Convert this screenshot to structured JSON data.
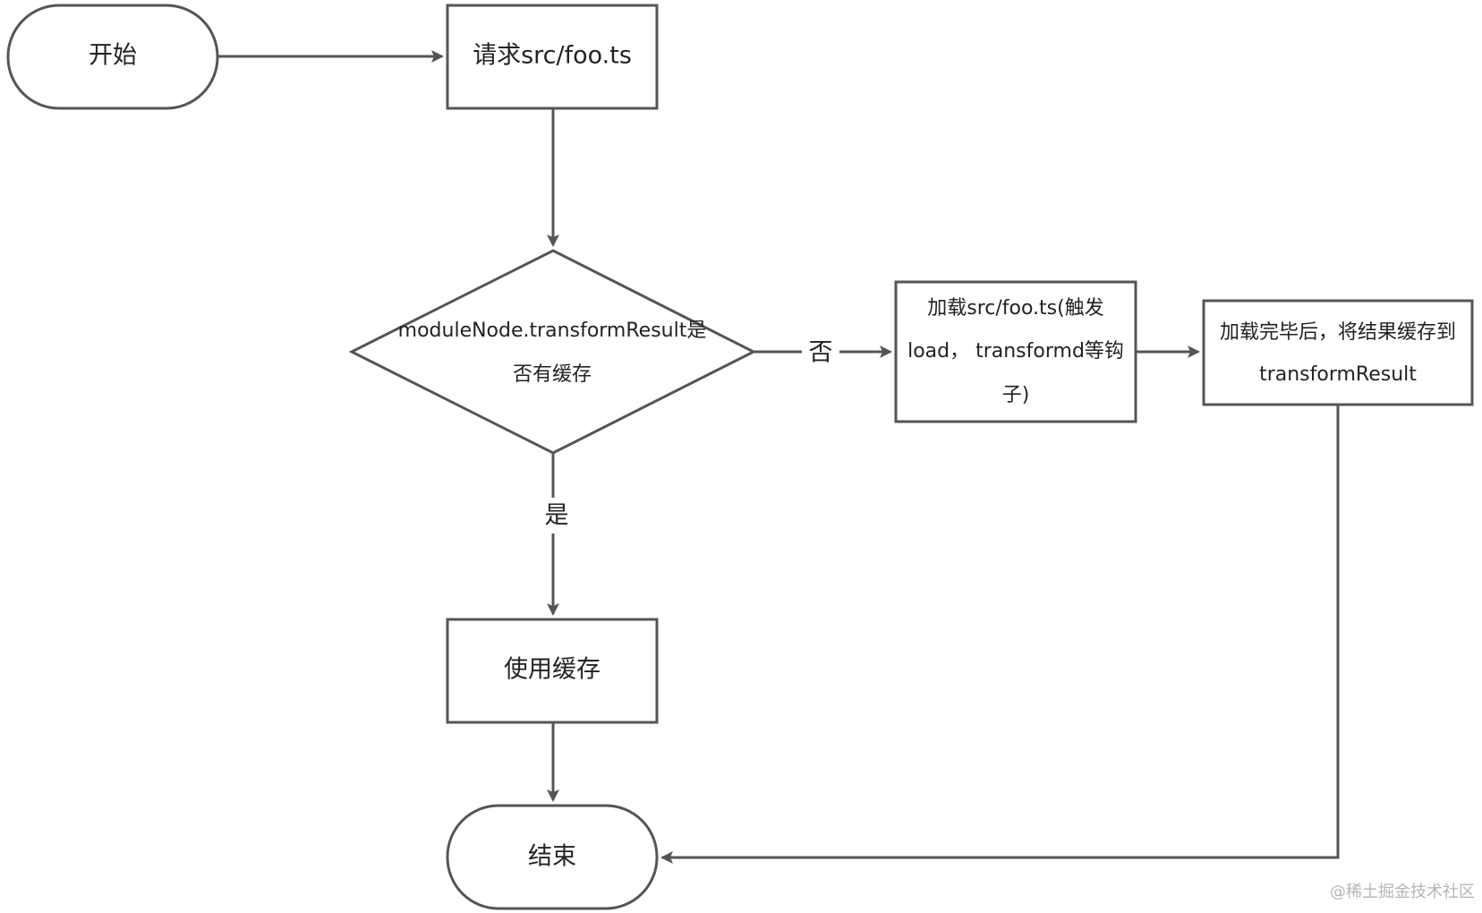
{
  "nodes": {
    "start": {
      "label": "开始"
    },
    "request": {
      "label": "请求src/foo.ts"
    },
    "decision": {
      "line1": "moduleNode.transformResult是",
      "line2": "否有缓存"
    },
    "load": {
      "line1": "加载src/foo.ts(触发",
      "line2": "load， transformd等钩",
      "line3": "子)"
    },
    "save": {
      "line1": "加载完毕后，将结果缓存到",
      "line2": "transformResult"
    },
    "use_cache": {
      "label": "使用缓存"
    },
    "end": {
      "label": "结束"
    }
  },
  "edges": {
    "no_label": "否",
    "yes_label": "是"
  },
  "watermark": "@稀土掘金技术社区",
  "colors": {
    "stroke": "#555555",
    "text": "#222222",
    "background": "#ffffff",
    "watermark": "#b5b5b5"
  }
}
